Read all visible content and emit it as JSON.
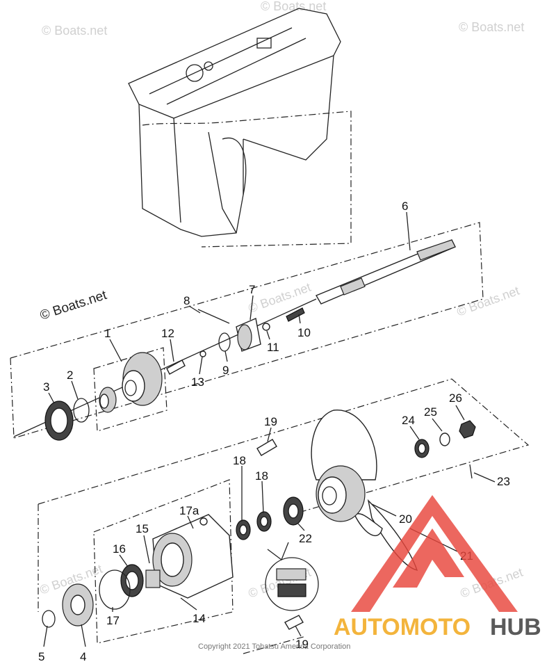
{
  "watermark": {
    "text": "© Boats.net",
    "copyright": "Copyright 2021 Tohatsu America Corporation"
  },
  "logo": {
    "brand_part1": "AUTOMOTO",
    "brand_part2": "HUB",
    "accent_color": "#e8463c",
    "text_color_1": "#f3b43c",
    "text_color_2": "#5a5a5a"
  },
  "part_numbers": {
    "p1": "1",
    "p2": "2",
    "p3": "3",
    "p4": "4",
    "p5": "5",
    "p6": "6",
    "p7": "7",
    "p8": "8",
    "p9": "9",
    "p10": "10",
    "p11": "11",
    "p12": "12",
    "p13": "13",
    "p14": "14",
    "p15": "15",
    "p16": "16",
    "p17": "17",
    "p17a": "17a",
    "p18a": "18",
    "p18b": "18",
    "p19a": "19",
    "p19b": "19",
    "p20": "20",
    "p21": "21",
    "p22": "22",
    "p23": "23",
    "p24": "24",
    "p25": "25",
    "p26": "26"
  }
}
